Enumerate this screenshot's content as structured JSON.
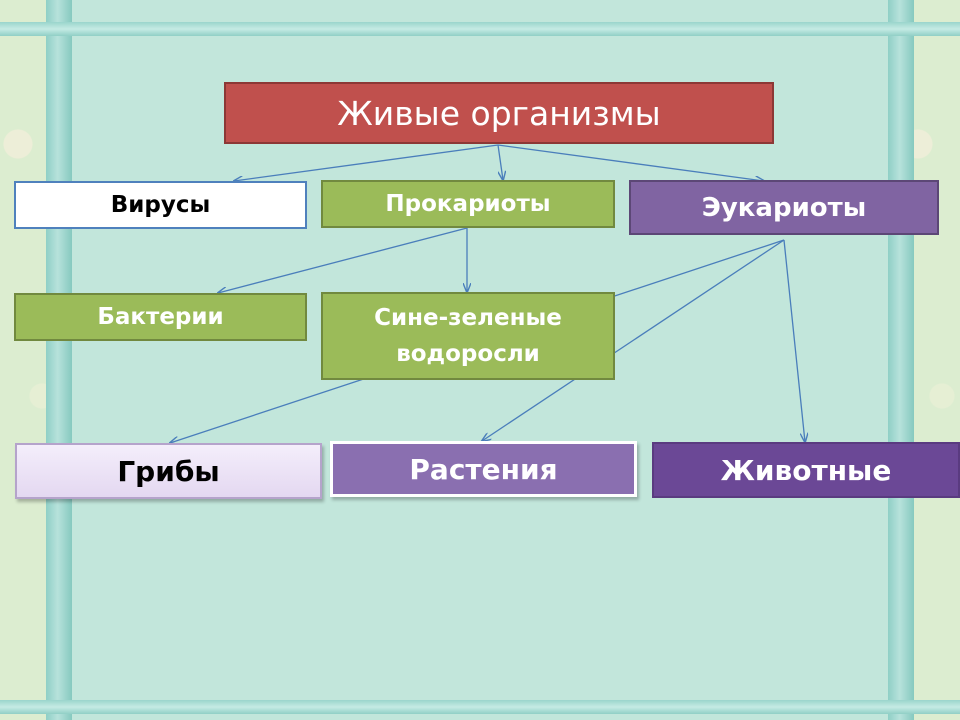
{
  "diagram": {
    "root": "Живые организмы",
    "level1": [
      "Вирусы",
      "Прокариоты",
      "Эукариоты"
    ],
    "prokaryotes": [
      "Бактерии",
      "Сине-зеленые водоросли"
    ],
    "eukaryotes": [
      "Грибы",
      "Растения",
      "Животные"
    ]
  },
  "colors": {
    "root": "#c0504d",
    "prokaryote_boxes": "#9bbb59",
    "eukaryote_box": "#8064a2",
    "arrows": "#4a7ebb"
  }
}
